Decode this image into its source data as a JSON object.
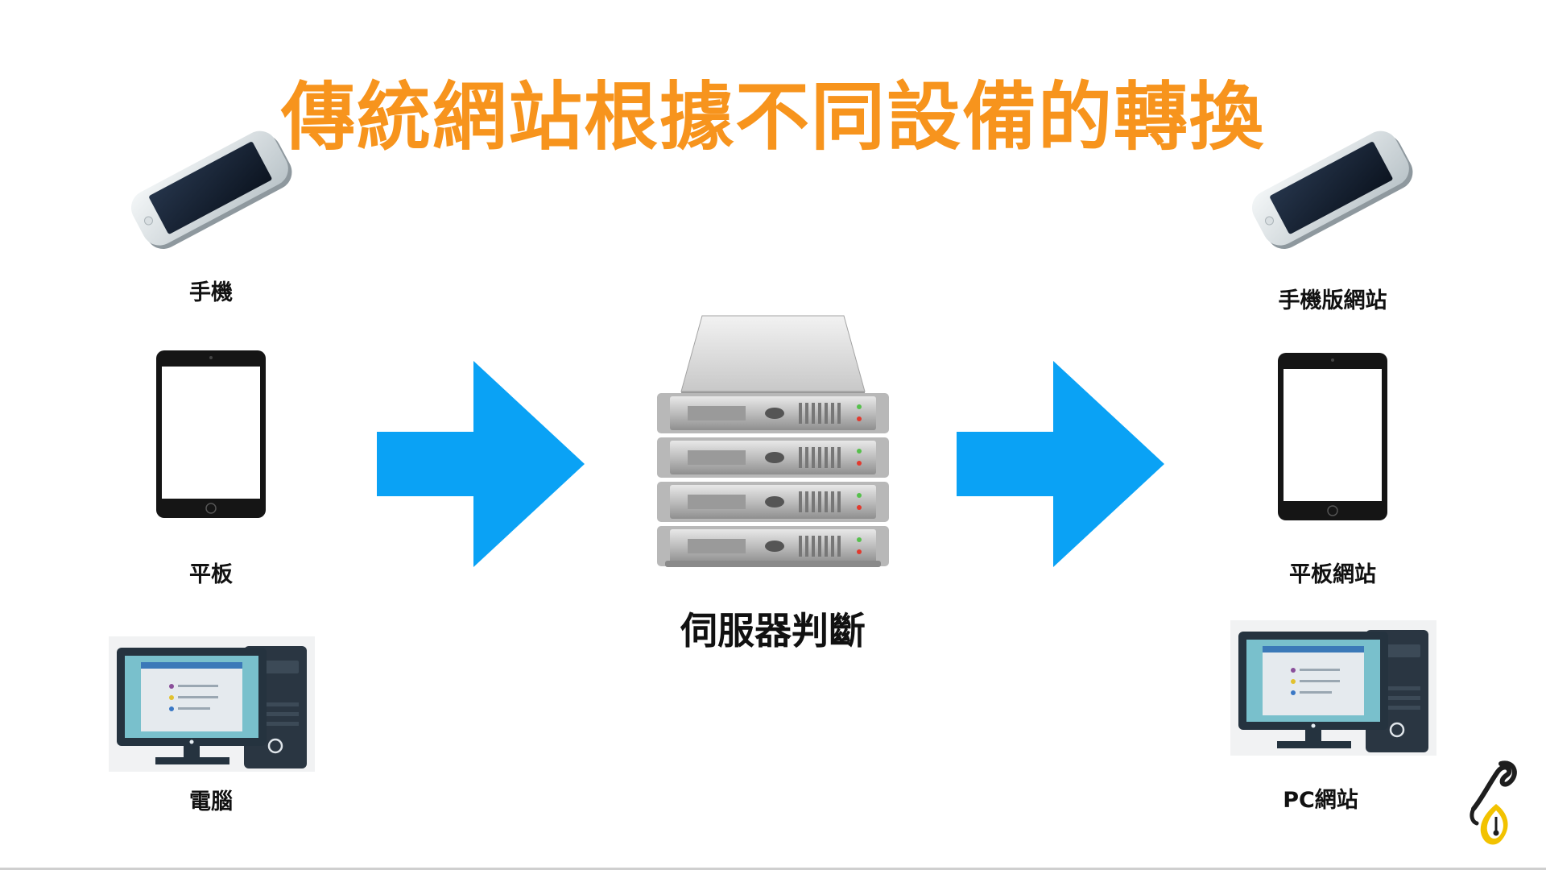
{
  "title": "傳統網站根據不同設備的轉換",
  "left_devices": {
    "phone_label": "手機",
    "tablet_label": "平板",
    "computer_label": "電腦"
  },
  "server_label": "伺服器判斷",
  "right_sites": {
    "mobile_site_label": "手機版網站",
    "tablet_site_label": "平板網站",
    "pc_site_label": "PC網站"
  },
  "colors": {
    "title": "#f7941d",
    "arrow": "#0aa2f5",
    "text": "#111111"
  },
  "icons": {
    "phone": "smartphone-icon",
    "tablet": "tablet-icon",
    "computer": "desktop-computer-icon",
    "server": "server-rack-icon",
    "arrow": "arrow-right-icon",
    "logo": "pen-nib-logo-icon"
  }
}
